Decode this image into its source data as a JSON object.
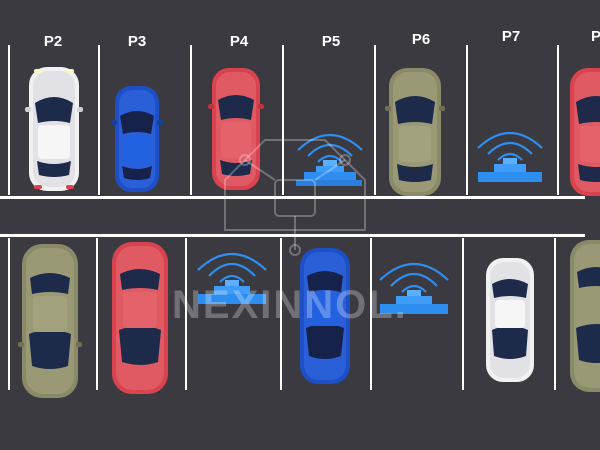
{
  "top_row": {
    "labels": [
      "P2",
      "P3",
      "P4",
      "P5",
      "P6",
      "P7",
      "P"
    ]
  },
  "cars": [
    {
      "id": "top-p2",
      "color": "#f1f1f1"
    },
    {
      "id": "top-p3",
      "color": "#1e4fc4"
    },
    {
      "id": "top-p4",
      "color": "#d8434f"
    },
    {
      "id": "top-p6",
      "color": "#8b8a68"
    },
    {
      "id": "top-p8",
      "color": "#d8434f"
    },
    {
      "id": "bottom-1",
      "color": "#8b8a68"
    },
    {
      "id": "bottom-2",
      "color": "#d8434f"
    },
    {
      "id": "bottom-4",
      "color": "#1e4fc4"
    },
    {
      "id": "bottom-6",
      "color": "#f1f1f1"
    },
    {
      "id": "bottom-7",
      "color": "#8b8a68"
    }
  ],
  "sensors": [
    {
      "id": "top-p5",
      "state": "free"
    },
    {
      "id": "top-p7",
      "state": "free"
    },
    {
      "id": "bottom-3",
      "state": "free"
    },
    {
      "id": "bottom-5",
      "state": "free"
    }
  ],
  "colors": {
    "asphalt": "#3b3a40",
    "line": "#ffffff",
    "sensor": "#2e8ef0"
  },
  "watermark": {
    "text": "NEXINNOL."
  }
}
